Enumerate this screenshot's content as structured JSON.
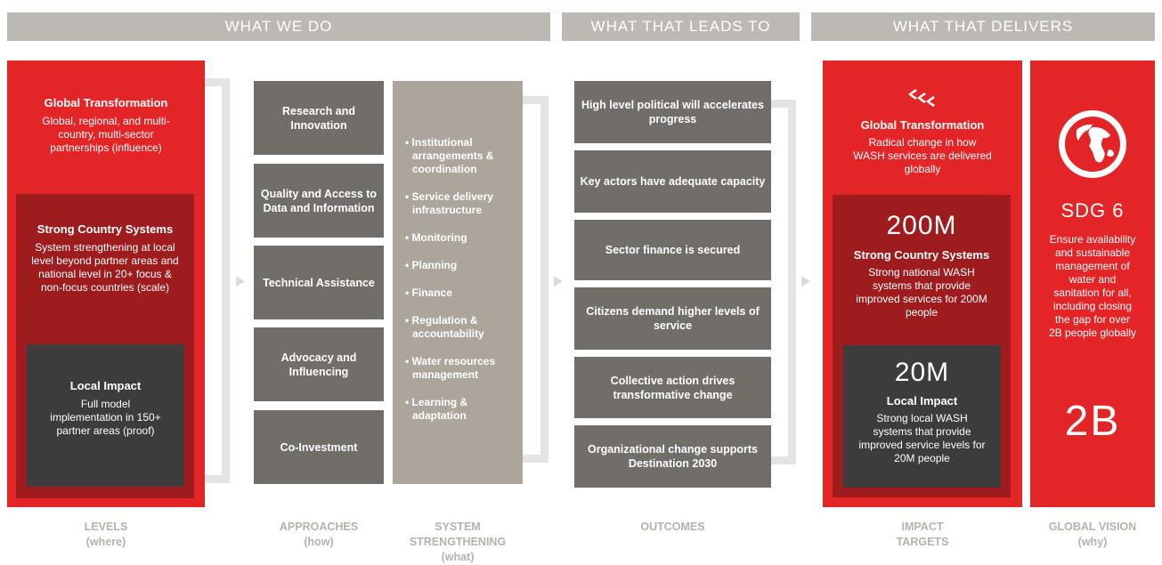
{
  "headers": {
    "what_we_do": "WHAT WE DO",
    "leads_to": "WHAT THAT LEADS TO",
    "delivers": "WHAT THAT DELIVERS"
  },
  "levels": {
    "global": {
      "title": "Global Transformation",
      "desc": "Global, regional, and multi-country, multi-sector partnerships (influence)"
    },
    "country": {
      "title": "Strong Country Systems",
      "desc": "System strengthening at local level beyond partner areas and national level in 20+ focus & non-focus countries (scale)"
    },
    "local": {
      "title": "Local Impact",
      "desc": "Full model implementation in 150+ partner areas (proof)"
    }
  },
  "approaches": [
    "Research and Innovation",
    "Quality and Access to Data and Information",
    "Technical Assistance",
    "Advocacy and Influencing",
    "Co-Investment"
  ],
  "system_strengthening": [
    "Institutional arrangements & coordination",
    "Service delivery infrastructure",
    "Monitoring",
    "Planning",
    "Finance",
    "Regulation & accountability",
    "Water resources management",
    "Learning & adaptation"
  ],
  "outcomes": [
    "High level political will accelerates progress",
    "Key actors have adequate capacity",
    "Sector finance is secured",
    "Citizens demand higher levels of service",
    "Collective action drives transformative change",
    "Organizational change supports Destination 2030"
  ],
  "impact": {
    "global": {
      "title": "Global Transformation",
      "desc": "Radical change in how WASH services are delivered globally"
    },
    "country": {
      "number": "200M",
      "title": "Strong Country Systems",
      "desc": "Strong national WASH systems that provide improved services for 200M people"
    },
    "local": {
      "number": "20M",
      "title": "Local Impact",
      "desc": "Strong local WASH systems that provide improved service levels for 20M people"
    }
  },
  "vision": {
    "title": "SDG 6",
    "desc": "Ensure availability and sustainable management of water and sanitation for all, including closing the gap for over 2B people globally",
    "number": "2B"
  },
  "labels": {
    "levels": "LEVELS\n(where)",
    "approaches": "APPROACHES\n(how)",
    "system": "SYSTEM\nSTRENGTHENING\n(what)",
    "outcomes": "OUTCOMES",
    "impact": "IMPACT\nTARGETS",
    "vision": "GLOBAL VISION\n(why)"
  },
  "icons": {
    "arrows": "triple-arrow-icon",
    "globe": "globe-icon"
  },
  "colors": {
    "red": "#e42528",
    "dark_red": "#9e1c1d",
    "dark_gray": "#3d3c3c",
    "box_gray": "#716d69",
    "tan": "#aca59c",
    "header": "#bcb8b4"
  }
}
